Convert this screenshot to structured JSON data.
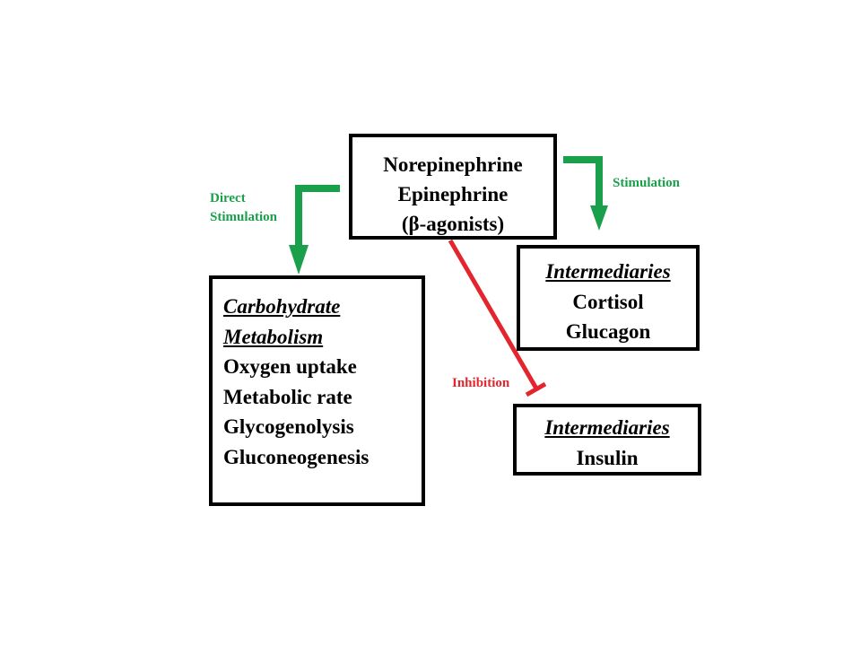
{
  "colors": {
    "stimulation": "#1aa04a",
    "inhibition": "#e3262e",
    "box_border": "#000000"
  },
  "source": {
    "lines": [
      "Norepinephrine",
      "Epinephrine",
      "(β-agonists)"
    ]
  },
  "carbohydrate": {
    "title_lines": [
      "Carbohydrate",
      "Metabolism"
    ],
    "items": [
      "Oxygen uptake",
      "Metabolic rate",
      "Glycogenolysis",
      "Gluconeogenesis"
    ]
  },
  "stimulated_intermediaries": {
    "title": "Intermediaries",
    "items": [
      "Cortisol",
      "Glucagon"
    ]
  },
  "inhibited_intermediaries": {
    "title": "Intermediaries",
    "items": [
      "Insulin"
    ]
  },
  "edges": {
    "direct_stimulation": [
      "Direct",
      "Stimulation"
    ],
    "stimulation": "Stimulation",
    "inhibition": "Inhibition"
  }
}
